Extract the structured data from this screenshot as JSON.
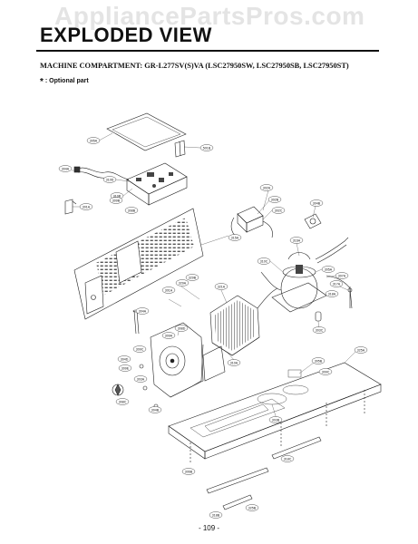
{
  "watermark": "AppliancePartsPros.com",
  "title": "EXPLODED VIEW",
  "subtitle": "MACHINE COMPARTMENT: GR-L277SV(S)VA (LSC27950SW, LSC27950SB, LSC27950ST)",
  "optional_mark": "*",
  "optional_note": ": Optional part",
  "page_number": "- 109 -",
  "callouts": {
    "c1": "305A",
    "c2": "501B",
    "c3": "304A",
    "c4": "310D",
    "c5": "310B",
    "c6": "301A",
    "c7": "309B",
    "c8": "308B",
    "c9": "315A",
    "c10": "302A",
    "c11": "302B",
    "c12": "302C",
    "c13": "304B",
    "c14": "316A",
    "c15": "310C",
    "c16": "305A",
    "c17": "307A",
    "c18": "317A",
    "c19": "318A",
    "c20": "301A",
    "c21": "329A",
    "c22": "329B",
    "c23": "321A",
    "c24": "304A",
    "c25": "309A",
    "c26": "308D",
    "c27": "303C",
    "c28": "309C",
    "c29": "304D",
    "c30": "310A",
    "c31": "309E",
    "c32": "303A",
    "c33": "325A",
    "c34": "308C",
    "c35": "305B",
    "c36": "303B",
    "c37": "309C",
    "c38": "304B",
    "c39": "318C",
    "c40": "306B",
    "c41": "325B",
    "c42": "318B"
  }
}
